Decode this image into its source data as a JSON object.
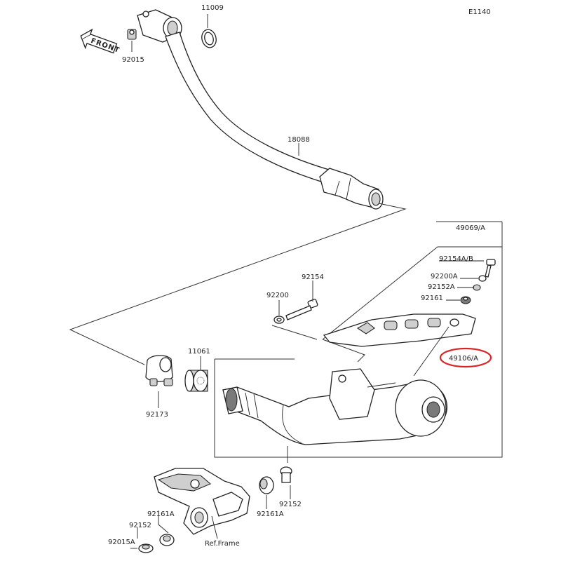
{
  "diagram": {
    "code": "E1140",
    "front_label": "FRONT",
    "ref_frame": "Ref.Frame",
    "highlight_color": "#d9262b",
    "labels": {
      "p11009": "11009",
      "p92015": "92015",
      "p18088": "18088",
      "p49069a": "49069/A",
      "p92154ab": "92154A/B",
      "p92200a": "92200A",
      "p92152a": "92152A",
      "p92161": "92161",
      "p92154": "92154",
      "p92200": "92200",
      "p11061": "11061",
      "p49106a": "49106/A",
      "p92173": "92173",
      "p92152": "92152",
      "p92161a": "92161A",
      "p92152b": "92152",
      "p92015a": "92015A"
    }
  }
}
